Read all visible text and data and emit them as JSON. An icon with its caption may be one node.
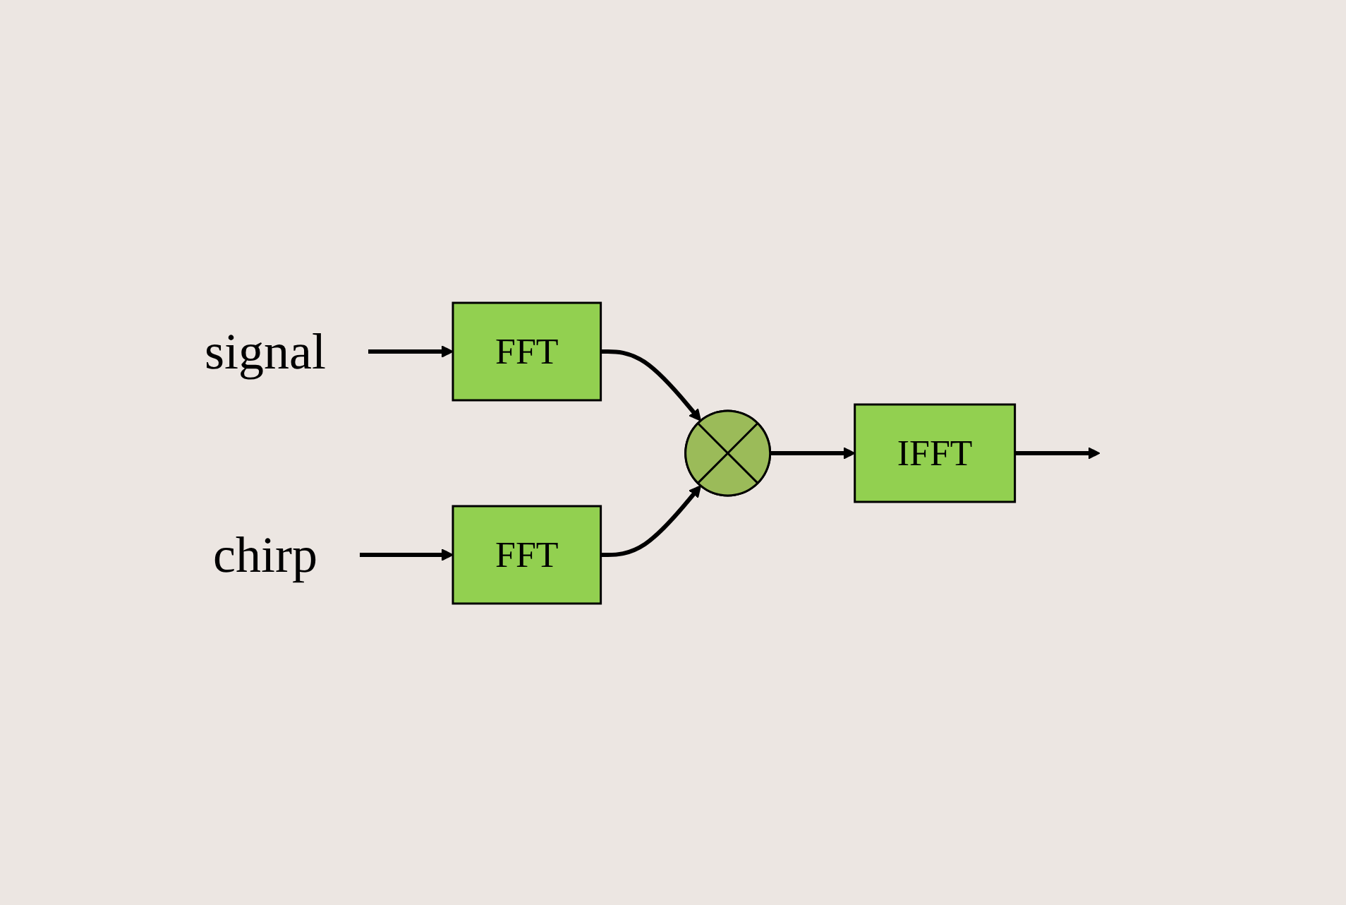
{
  "diagram": {
    "nodes": [
      {
        "text": [
          "signal"
        ]
      },
      {
        "text": [
          "FFT"
        ]
      },
      {
        "text": [],
        "shape": "circle"
      },
      {
        "text": [
          "IFFT"
        ]
      },
      {
        "text": [
          "FFT"
        ]
      },
      {
        "text": [
          "chirp"
        ]
      }
    ],
    "edges": [
      {
        "from": 0,
        "to": 1,
        "arrow": "to"
      },
      {
        "from": 1,
        "to": 2,
        "arrow": "to"
      },
      {
        "from": 2,
        "to": 3,
        "arrow": "to"
      },
      {
        "from": 3,
        "to": null,
        "arrow": "to"
      },
      {
        "from": 5,
        "to": 4,
        "arrow": "to"
      },
      {
        "from": 4,
        "to": 2,
        "arrow": "to"
      }
    ]
  }
}
